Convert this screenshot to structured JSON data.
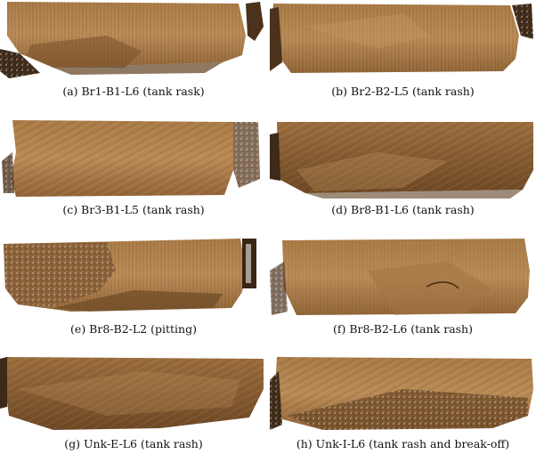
{
  "figure": {
    "panels": [
      {
        "id": "a",
        "caption": "(a) Br1-B1-L6 (tank rask)"
      },
      {
        "id": "b",
        "caption": "(b) Br2-B2-L5 (tank rash)"
      },
      {
        "id": "c",
        "caption": "(c) Br3-B1-L5 (tank rash)"
      },
      {
        "id": "d",
        "caption": "(d) Br8-B1-L6 (tank rash)"
      },
      {
        "id": "e",
        "caption": "(e) Br8-B2-L2 (pitting)"
      },
      {
        "id": "f",
        "caption": "(f) Br8-B2-L6 (tank rash)"
      },
      {
        "id": "g",
        "caption": "(g) Unk-E-L6 (tank rash)"
      },
      {
        "id": "h",
        "caption": "(h) Unk-I-L6 (tank rash and break-off)"
      }
    ],
    "colors": {
      "surface_light": "#b88a55",
      "surface_mid": "#9c6f3f",
      "surface_dark": "#6e4a26",
      "background": "#ffffff"
    }
  }
}
